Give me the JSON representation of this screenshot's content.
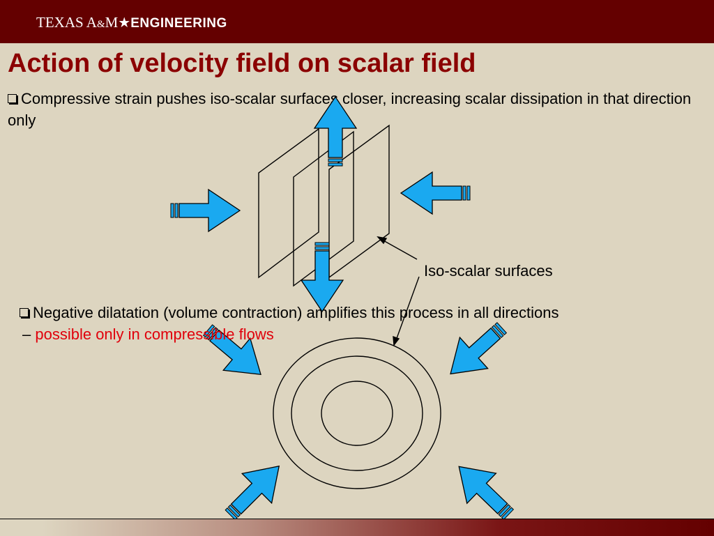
{
  "header": {
    "logo_texas": "TEXAS A",
    "logo_amp": "&",
    "logo_m": "M",
    "logo_star": "★",
    "logo_engineering": "ENGINEERING"
  },
  "slide": {
    "title": "Action of velocity field on scalar field",
    "bullet1": "Compressive strain pushes iso-scalar surfaces closer, increasing scalar dissipation in that direction only",
    "bullet2_main": "Negative dilatation (volume contraction) amplifies this process in all directions",
    "bullet2_dash": "– ",
    "bullet2_red": "possible only in compressible flows",
    "iso_label": "Iso-scalar surfaces"
  },
  "colors": {
    "header_bg": "#640000",
    "title": "#8b0000",
    "highlight_red": "#e0000b",
    "arrow_fill": "#1aa9f0"
  }
}
